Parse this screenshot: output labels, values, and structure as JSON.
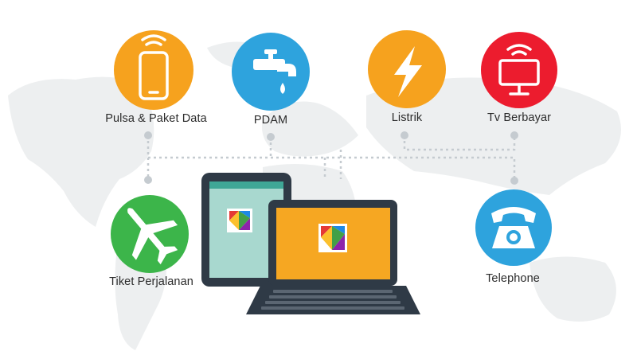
{
  "services": [
    {
      "id": "pulsa",
      "label": "Pulsa & Paket Data",
      "color": "#F6A21E",
      "icon": "smartphone-icon"
    },
    {
      "id": "pdam",
      "label": "PDAM",
      "color": "#2EA3DD",
      "icon": "water-tap-icon"
    },
    {
      "id": "listrik",
      "label": "Listrik",
      "color": "#F6A21E",
      "icon": "lightning-bolt-icon"
    },
    {
      "id": "tv",
      "label": "Tv Berbayar",
      "color": "#EC1C2E",
      "icon": "tv-icon"
    },
    {
      "id": "tiket",
      "label": "Tiket Perjalanan",
      "color": "#3CB54A",
      "icon": "airplane-icon"
    },
    {
      "id": "telephone",
      "label": "Telephone",
      "color": "#2EA3DD",
      "icon": "telephone-icon"
    }
  ],
  "devices": {
    "tablet_screen_color": "#A8D8CF",
    "laptop_screen_color": "#F6A722",
    "device_frame_color": "#2F3A46",
    "logo": "multicolor-logo-icon"
  },
  "background": {
    "map_color": "#EDEFF0",
    "connector_color": "#C5CBD0"
  }
}
